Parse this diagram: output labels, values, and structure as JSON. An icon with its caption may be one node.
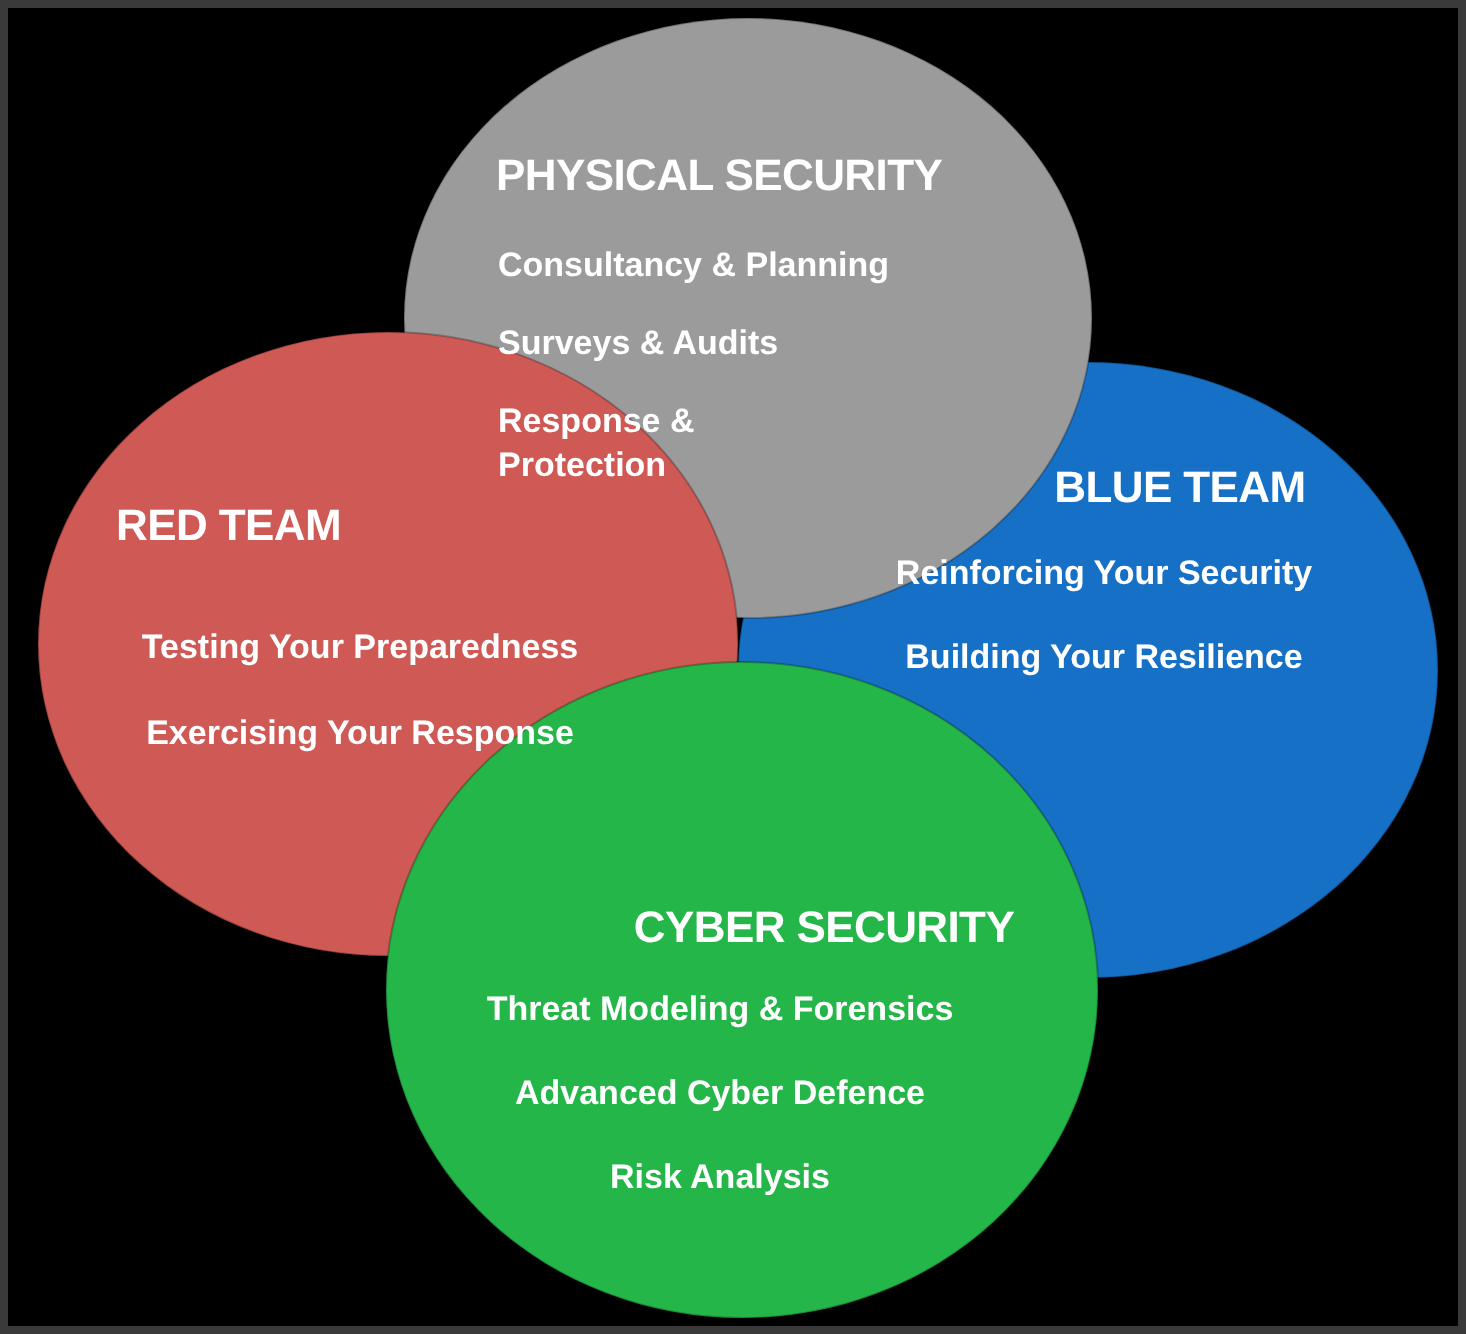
{
  "diagram": {
    "nodes": [
      {
        "text": [
          "PHYSICAL SECURITY",
          "Consultancy & Planning",
          "Surveys & Audits",
          "Response & Protection"
        ]
      },
      {
        "text": [
          "RED TEAM",
          "Testing Your Preparedness",
          "Exercising Your Response"
        ]
      },
      {
        "text": [
          "BLUE TEAM",
          "Reinforcing Your Security",
          "Building Your Resilience"
        ]
      },
      {
        "text": [
          "CYBER SECURITY",
          "Threat Modeling & Forensics",
          "Advanced Cyber Defence",
          "Risk Analysis"
        ]
      }
    ],
    "edges": []
  }
}
